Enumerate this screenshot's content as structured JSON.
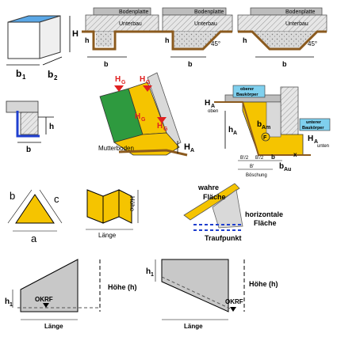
{
  "box3d": {
    "height": "H",
    "width1": "b",
    "sub1": "1",
    "width2": "b",
    "sub2": "2"
  },
  "foundation": {
    "plate": "Bodenplatte",
    "base": "Unterbau",
    "h": "h",
    "b": "b",
    "angle": "45°"
  },
  "edge": {
    "h": "h",
    "b": "b"
  },
  "slope": {
    "hg": "H",
    "hg_sub": "G",
    "soil": "Mutterboden",
    "ha": "H",
    "ha_sub": "A"
  },
  "section": {
    "ha_top": "H",
    "ha_top_sub": "A",
    "ha_top_note": "oben",
    "upper_body_1": "oberer",
    "upper_body_2": "Baukörper",
    "lower_body_1": "unterer",
    "lower_body_2": "Baukörper",
    "ha": "h",
    "ha_sub": "A",
    "bam": "b",
    "bam_sub": "Am",
    "f_symbol": "F",
    "ha_bottom": "H",
    "ha_bottom_sub": "A",
    "ha_bottom_note": "unten",
    "b2a": "B'/2",
    "b2b": "B'/2",
    "b_small": "b",
    "x": "x",
    "bprime": "B'",
    "bau": "b",
    "bau_sub": "Au",
    "boeschung": "Böschung"
  },
  "triangle": {
    "a": "a",
    "b": "b",
    "c": "c"
  },
  "fence": {
    "height": "Höhe",
    "length": "Länge"
  },
  "roof": {
    "true_1": "wahre",
    "true_2": "Fläche",
    "horiz_1": "horizontale",
    "horiz_2": "Fläche",
    "eave": "Traufpunkt"
  },
  "wall1": {
    "h1": "h",
    "h1_sub": "1",
    "okrf": "OKRF",
    "height": "Höhe (h)",
    "length": "Länge"
  },
  "wall2": {
    "h1": "h",
    "h1_sub": "1",
    "okrf": "OKRF",
    "height": "Höhe (h)",
    "length": "Länge"
  },
  "colors": {
    "yellow": "#f5c400",
    "green": "#2e9a3f",
    "blue": "#1f3fcf",
    "brown": "#8b5a1e",
    "light_blue": "#7fd0ee",
    "gray": "#c8c8c8"
  }
}
